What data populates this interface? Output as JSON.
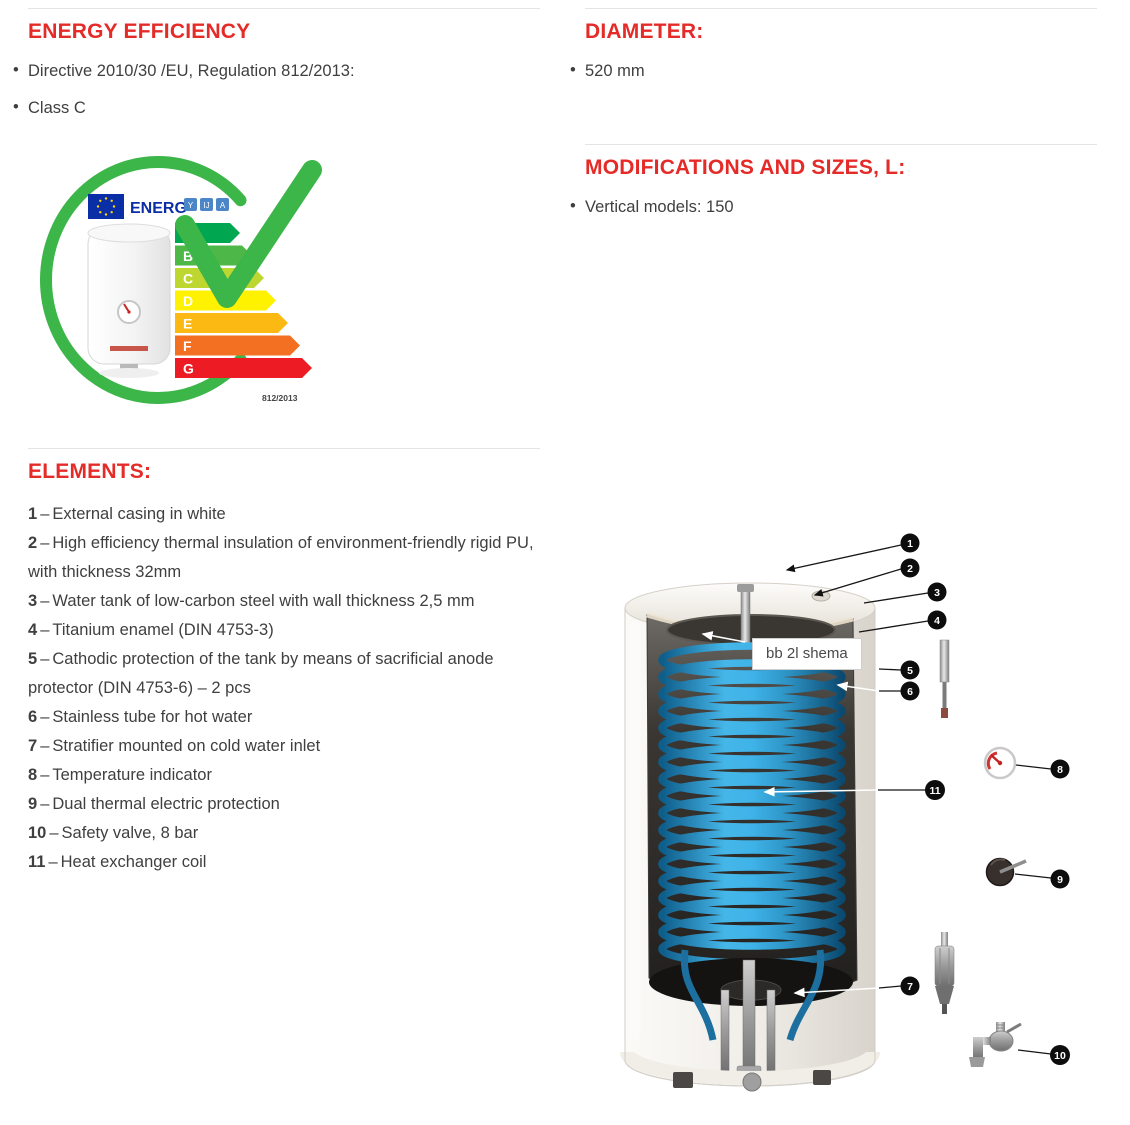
{
  "meta": {
    "accent_color": "#e52b28",
    "text_color": "#3f3f3f"
  },
  "left": {
    "energy": {
      "title": "ENERGY EFFICIENCY",
      "bullets": [
        "Directive 2010/30 /EU, Regulation 812/2013:",
        "Class C"
      ],
      "label": {
        "brand_header": "ENERG",
        "script_letters": [
          "Y",
          "IJ",
          "A"
        ],
        "regulation": "812/2013",
        "check_color": "#3cb549",
        "classes": [
          {
            "letter": "A",
            "color": "#00a650"
          },
          {
            "letter": "B",
            "color": "#4db848"
          },
          {
            "letter": "C",
            "color": "#bed630"
          },
          {
            "letter": "D",
            "color": "#fff200"
          },
          {
            "letter": "E",
            "color": "#fdb913"
          },
          {
            "letter": "F",
            "color": "#f36f21"
          },
          {
            "letter": "G",
            "color": "#ed1c24"
          }
        ]
      }
    },
    "elements": {
      "title": "ELEMENTS:",
      "dash": "–",
      "items": [
        {
          "num": "1",
          "text": "External casing in white"
        },
        {
          "num": "2",
          "text": "High efficiency thermal insulation of environment-friendly rigid PU, with thickness 32mm"
        },
        {
          "num": "3",
          "text": "Water tank of low-carbon steel with wall thickness 2,5 mm"
        },
        {
          "num": "4",
          "text": "Titanium enamel (DIN 4753-3)"
        },
        {
          "num": "5",
          "text": "Cathodic protection of the tank by means of sacrificial anode protector (DIN 4753-6) – 2 pcs"
        },
        {
          "num": "6",
          "text": "Stainless tube for hot water"
        },
        {
          "num": "7",
          "text": "Stratifier mounted on cold water inlet"
        },
        {
          "num": "8",
          "text": "Temperature indicator"
        },
        {
          "num": "9",
          "text": "Dual thermal electric protection"
        },
        {
          "num": "10",
          "text": "Safety valve, 8 bar"
        },
        {
          "num": "11",
          "text": "Heat exchanger coil"
        }
      ]
    }
  },
  "right": {
    "diameter": {
      "title": "DIAMETER:",
      "bullets": [
        "520 mm"
      ]
    },
    "modifications": {
      "title": "MODIFICATIONS AND SIZES, L:",
      "bullets": [
        "Vertical models: 150"
      ]
    },
    "diagram": {
      "tooltip": "bb 2l shema",
      "coil_color": "#3fb3e8",
      "callouts": [
        "1",
        "2",
        "3",
        "4",
        "5",
        "6",
        "8",
        "11",
        "9",
        "7",
        "10"
      ]
    }
  }
}
